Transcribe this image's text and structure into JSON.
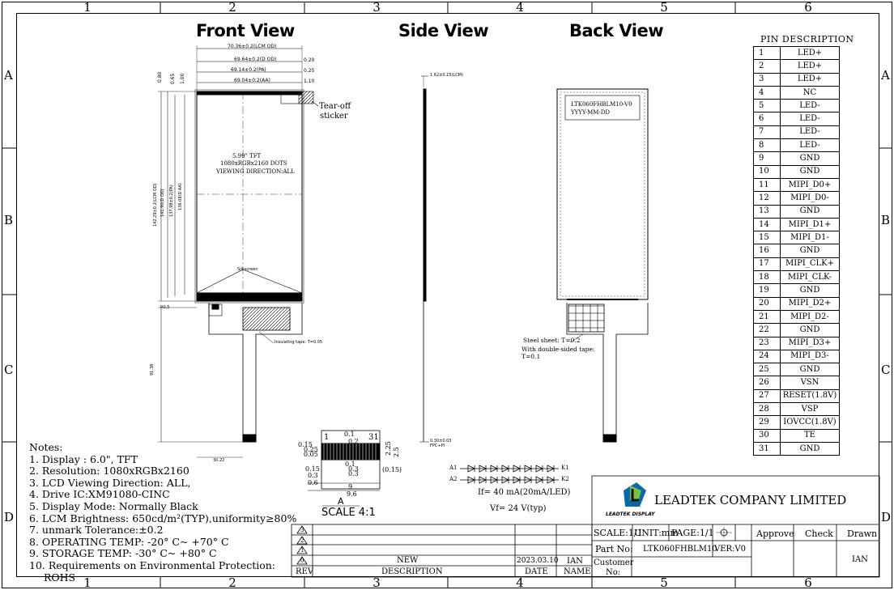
{
  "zones": {
    "columns": [
      "1",
      "2",
      "3",
      "4",
      "5",
      "6"
    ],
    "rows": [
      "A",
      "B",
      "C",
      "D"
    ]
  },
  "views": {
    "front": "Front View",
    "side": "Side View",
    "back": "Back View"
  },
  "front": {
    "dims_top": [
      "70.36±0.2(LCM OD)",
      "69.64±0.2(D OD)",
      "69.14±0.2(PA)",
      "69.04±0.2(AA)"
    ],
    "dims_right": [
      "0.20",
      "0.25",
      "1.10"
    ],
    "dims_left_top": [
      "0.80",
      "0.65",
      "1.00"
    ],
    "dims_vertical": [
      "142.29±0.2(LCM OD)",
      "141.90(D OD)",
      "137.98±0.2(PA)",
      "136.08(D AA)"
    ],
    "bottom_small": "Silkscreen",
    "dim_pad": "R0.5",
    "dim_tail": "91.38",
    "dim_width": "30.22",
    "center_lines": [
      "5.99\" TFT",
      "1080xRGBx2160 DOTS",
      "VIEWING DIRECTION:ALL"
    ],
    "tear_off": [
      "Tear-off",
      "sticker"
    ],
    "insulating": "Insulating tape: T=0.05"
  },
  "side": {
    "thickness": "1.62±0.15(LCM)",
    "fpc": "0.30±0.03",
    "fpc2": "FPC+PI"
  },
  "back": {
    "label_lines": [
      "LTK060FHBLM10-V0",
      "YYYY-MM-DD"
    ],
    "steel": "Steel sheet: T=0.2",
    "tape": [
      "With double-sided tape:",
      "T=0.1"
    ]
  },
  "connector": {
    "top": [
      "0.15",
      "0.25",
      "0.05",
      "1",
      "0.1",
      "0.2",
      "31"
    ],
    "right": [
      "2.25",
      "2.5"
    ],
    "bottom": [
      "0.15",
      "0.3",
      "0.6",
      "0.1",
      "0.3",
      "0.3",
      "(0.15)",
      "9",
      "9.6"
    ],
    "view": "A",
    "scale": "SCALE 4:1"
  },
  "led": {
    "a1": "A1",
    "a2": "A2",
    "k1": "K1",
    "k2": "K2",
    "if": "If= 40 mA(20mA/LED)",
    "vf": "Vf= 24 V(typ)"
  },
  "notes": {
    "title": "Notes:",
    "items": [
      "1. Display : 6.0\",   TFT",
      "2. Resolution: 1080xRGBx2160",
      "3. LCD Viewing Direction: ALL,",
      "4. Drive IC:XM91080-CINC",
      "5. Display Mode: Normally Black",
      "6. LCM Brightness: 650cd/m²(TYP),uniformity≥80%",
      "7. unmark Tolerance:±0.2",
      "8. OPERATING TEMP: -20° C~ +70° C",
      "9. STORAGE TEMP: -30° C~ +80° C",
      "10.    Requirements on Environmental Protection:",
      "ROHS"
    ]
  },
  "pins": {
    "title": "PIN DESCRIPTION",
    "rows": [
      [
        "1",
        "LED+"
      ],
      [
        "2",
        "LED+"
      ],
      [
        "3",
        "LED+"
      ],
      [
        "4",
        "NC"
      ],
      [
        "5",
        "LED-"
      ],
      [
        "6",
        "LED-"
      ],
      [
        "7",
        "LED-"
      ],
      [
        "8",
        "LED-"
      ],
      [
        "9",
        "GND"
      ],
      [
        "10",
        "GND"
      ],
      [
        "11",
        "MIPI_D0+"
      ],
      [
        "12",
        "MIPI_D0-"
      ],
      [
        "13",
        "GND"
      ],
      [
        "14",
        "MIPI_D1+"
      ],
      [
        "15",
        "MIPI_D1-"
      ],
      [
        "16",
        "GND"
      ],
      [
        "17",
        "MIPI_CLK+"
      ],
      [
        "18",
        "MIPI_CLK-"
      ],
      [
        "19",
        "GND"
      ],
      [
        "20",
        "MIPI_D2+"
      ],
      [
        "21",
        "MIPI_D2-"
      ],
      [
        "22",
        "GND"
      ],
      [
        "23",
        "MIPI_D3+"
      ],
      [
        "24",
        "MIPI_D3-"
      ],
      [
        "25",
        "GND"
      ],
      [
        "26",
        "VSN"
      ],
      [
        "27",
        "RESET(1.8V)"
      ],
      [
        "28",
        "VSP"
      ],
      [
        "29",
        "IOVCC(1.8V)"
      ],
      [
        "30",
        "TE"
      ],
      [
        "31",
        "GND"
      ]
    ]
  },
  "title_block": {
    "company": "LEADTEK COMPANY LIMITED",
    "logo_text": "LEADTEK DISPLAY",
    "scale": "SCALE:1/1",
    "unit": "UNIT:mm",
    "page": "PAGE:1/1",
    "approve": "Approve",
    "check": "Check",
    "drawn": "Drawn",
    "part_no_label": "Part No:",
    "part_no": "LTK060FHBLM10",
    "ver": "VER:V0",
    "customer": "Customer",
    "no": "No:",
    "drawn_by": "IAN",
    "rev_marks": [
      "3",
      "2",
      "1",
      "0"
    ],
    "rev": "REV",
    "description": "DESCRIPTION",
    "date": "DATE",
    "name": "NAME",
    "new": "NEW",
    "rev_date": "2023.03.10",
    "rev_name": "IAN"
  }
}
